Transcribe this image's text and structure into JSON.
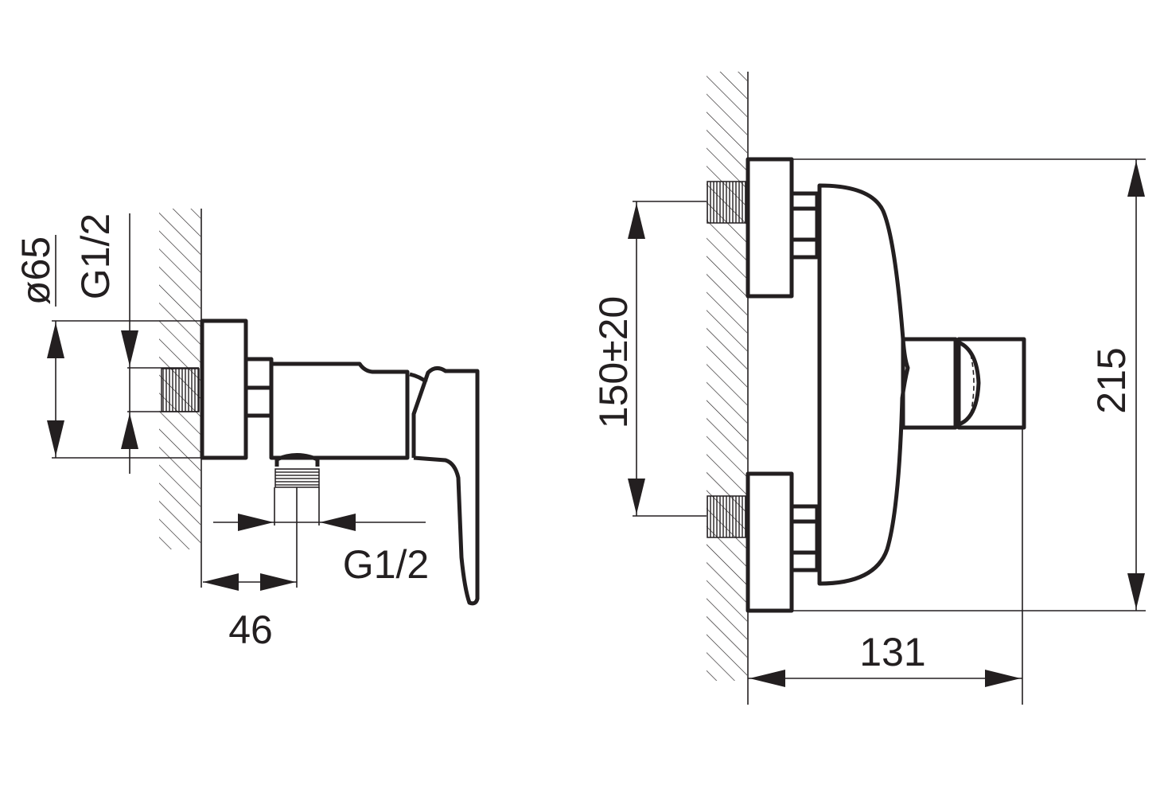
{
  "drawing": {
    "side_view": {
      "diameter_label": "ø65",
      "inlet_thread_label": "G1/2",
      "outlet_thread_label": "G1/2",
      "outlet_offset_label": "46"
    },
    "front_view": {
      "inlet_spacing_label": "150±20",
      "height_label": "215",
      "depth_label": "131"
    },
    "colors": {
      "line": "#231f20",
      "background": "#ffffff"
    }
  }
}
